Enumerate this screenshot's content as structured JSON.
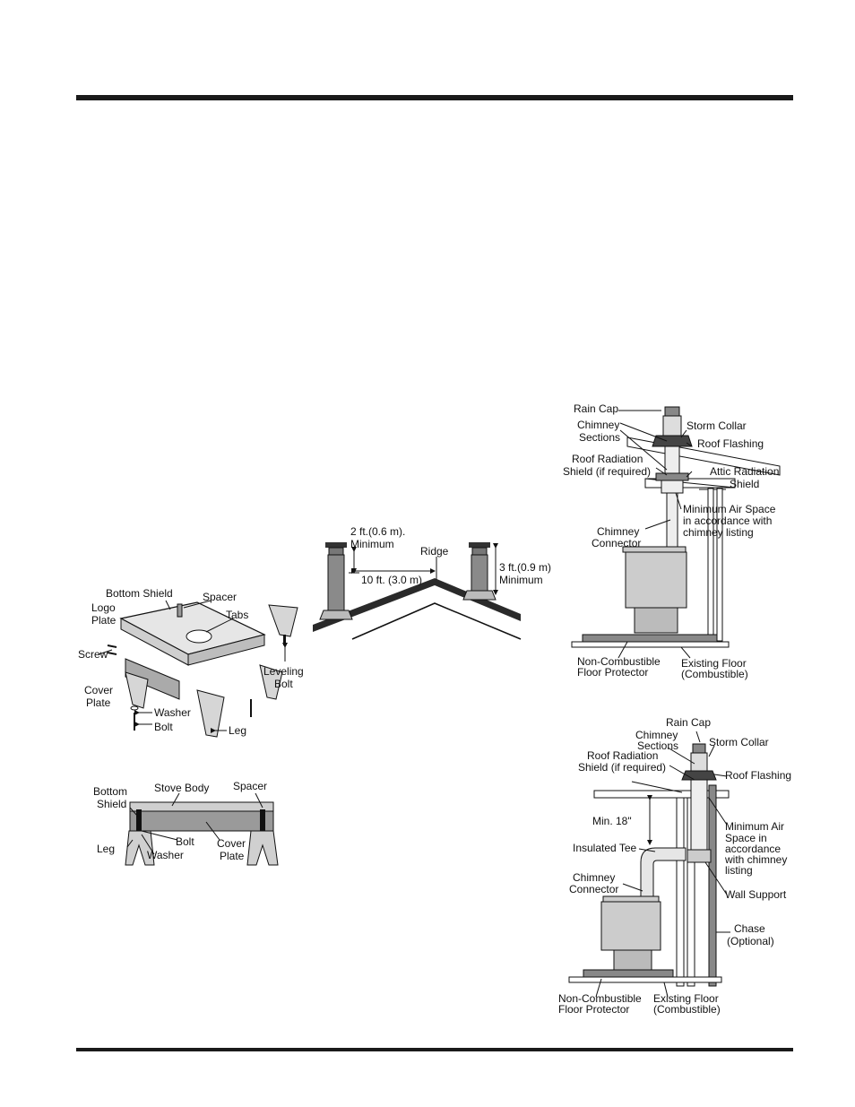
{
  "figures": {
    "leg_assembly": {
      "bottom_shield": "Bottom Shield",
      "spacer": "Spacer",
      "logo_plate": [
        "Logo",
        "Plate"
      ],
      "tabs": "Tabs",
      "screw": "Screw",
      "leveling_bolt": [
        "Leveling",
        "Bolt"
      ],
      "cover_plate": [
        "Cover",
        "Plate"
      ],
      "washer": "Washer",
      "bolt": "Bolt",
      "leg": "Leg"
    },
    "leg_section": {
      "bottom_shield": [
        "Bottom",
        "Shield"
      ],
      "stove_body": "Stove Body",
      "spacer": "Spacer",
      "leg": "Leg",
      "bolt": "Bolt",
      "washer": "Washer",
      "cover_plate": [
        "Cover",
        "Plate"
      ]
    },
    "roof_clearance": {
      "two_ft": [
        "2 ft.(0.6 m).",
        "Minimum"
      ],
      "ridge": "Ridge",
      "ten_ft": "10 ft. (3.0 m)",
      "three_ft": [
        "3 ft.(0.9 m)",
        "Minimum"
      ]
    },
    "ceiling_install": {
      "rain_cap": "Rain Cap",
      "chimney_sections": [
        "Chimney",
        "Sections"
      ],
      "storm_collar": "Storm Collar",
      "roof_flashing": "Roof Flashing",
      "roof_radiation_shield": [
        "Roof Radiation",
        "Shield (if required)"
      ],
      "attic_radiation_shield": [
        "Attic Radiation",
        "Shield"
      ],
      "min_air_space": [
        "Minimum Air Space",
        "in accordance with",
        "chimney listing"
      ],
      "chimney_connector": [
        "Chimney",
        "Connector"
      ],
      "floor_protector": [
        "Non-Combustible",
        "Floor Protector"
      ],
      "existing_floor": [
        "Existing Floor",
        "(Combustible)"
      ]
    },
    "wall_install": {
      "rain_cap": "Rain Cap",
      "chimney_sections": [
        "Chimney",
        "Sections"
      ],
      "storm_collar": "Storm Collar",
      "roof_radiation_shield": [
        "Roof Radiation",
        "Shield (if required)"
      ],
      "roof_flashing": "Roof Flashing",
      "min_18": "Min. 18\"",
      "min_air_space": [
        "Minimum Air",
        "Space in",
        "accordance",
        "with chimney",
        "listing"
      ],
      "insulated_tee": "Insulated Tee",
      "chimney_connector": [
        "Chimney",
        "Connector"
      ],
      "wall_support": "Wall Support",
      "chase": [
        "Chase",
        "(Optional)"
      ],
      "floor_protector": [
        "Non-Combustible",
        "Floor Protector"
      ],
      "existing_floor": [
        "Existing Floor",
        "(Combustible)"
      ]
    }
  }
}
